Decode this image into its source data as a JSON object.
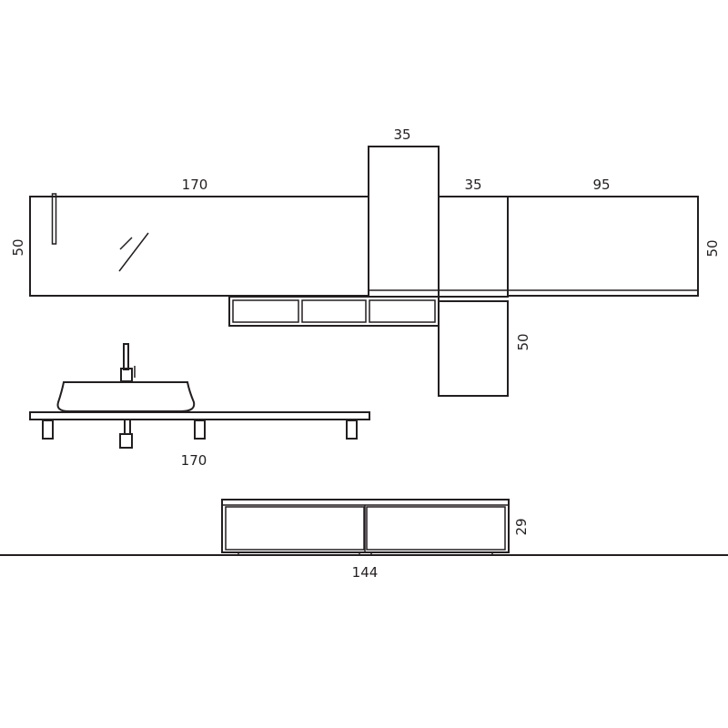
{
  "dimensions": {
    "mirror_width": "170",
    "mirror_height": "50",
    "tall_unit_top_width": "35",
    "middle_unit_width": "35",
    "right_cabinet_width": "95",
    "right_cabinet_height": "50",
    "lower_unit_height": "50",
    "countertop_width": "170",
    "base_unit_height": "29",
    "base_unit_width": "144"
  }
}
